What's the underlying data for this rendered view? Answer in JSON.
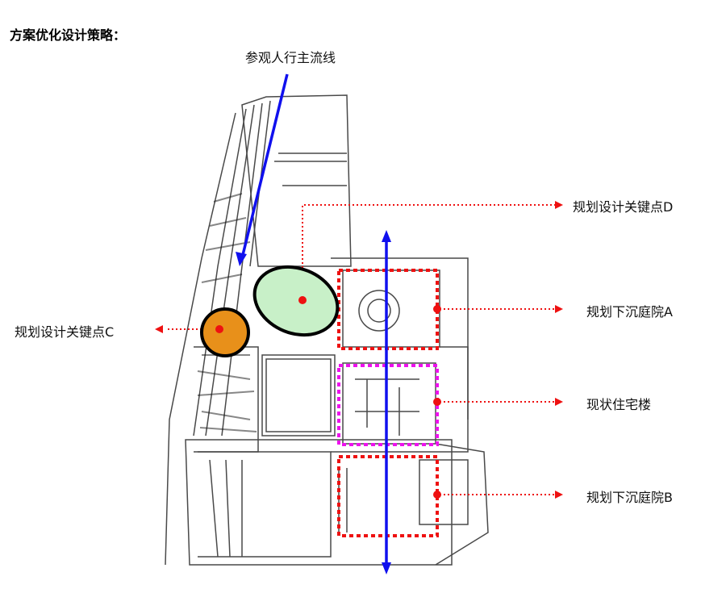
{
  "title": "方案优化设计策略：",
  "labels": {
    "main_flow": "参观人行主流线",
    "key_point_d": "规划设计关键点D",
    "courtyard_a": "规划下沉庭院A",
    "existing_residential": "现状住宅楼",
    "courtyard_b": "规划下沉庭院B",
    "key_point_c": "规划设计关键点C"
  },
  "colors": {
    "flow_arrow": "#1010ee",
    "callout": "#ee1111",
    "residential_box": "#ee11ee",
    "key_point_d_fill": "#c8f0c8",
    "key_point_c_fill": "#e8901a",
    "sketch": "#222"
  }
}
